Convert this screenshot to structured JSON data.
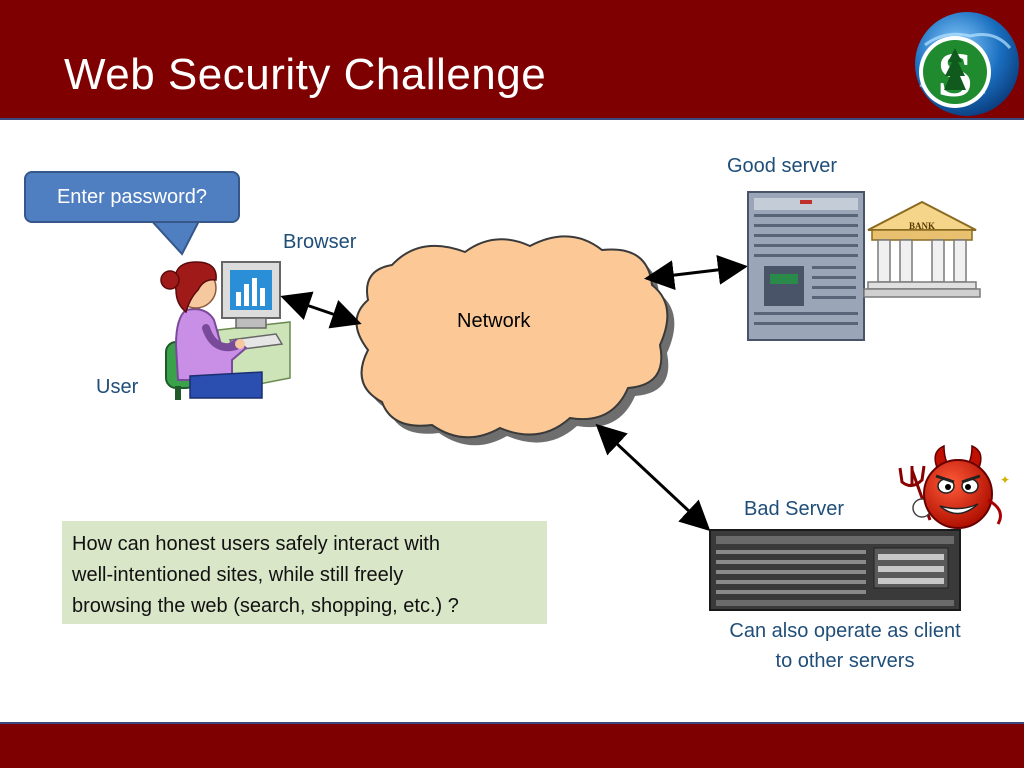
{
  "slide": {
    "title": "Web Security Challenge"
  },
  "callout": {
    "text": "Enter password?"
  },
  "labels": {
    "browser": "Browser",
    "user": "User",
    "network": "Network",
    "good_server": "Good server",
    "bad_server": "Bad Server",
    "client_note_line1": "Can also operate as client",
    "client_note_line2": "to other servers"
  },
  "bank_sign": "BANK",
  "question_box": {
    "line1": "How can honest users safely interact with",
    "line2": "well-intentioned sites, while still freely",
    "line3": "browsing the web (search, shopping, etc.) ?"
  },
  "colors": {
    "header": "#7f0000",
    "label_blue": "#1f4e79",
    "cloud_fill": "#fcc996",
    "callout": "#4f7fc0",
    "note_bg": "#d9e6c8"
  }
}
